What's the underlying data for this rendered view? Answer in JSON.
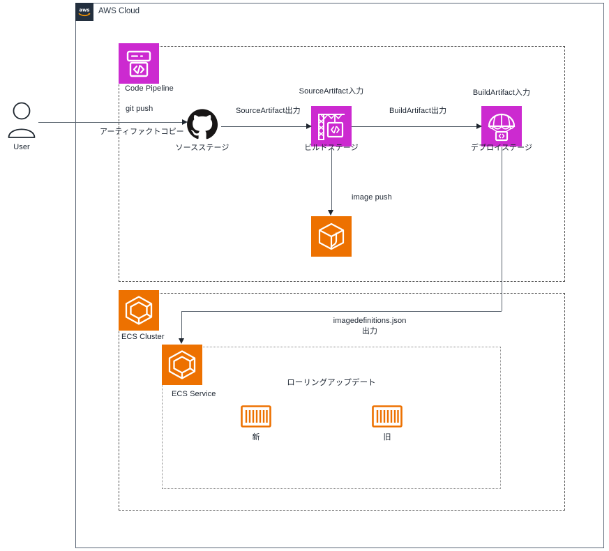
{
  "diagram": {
    "title": "AWS CodePipeline ECS rolling update architecture",
    "cloud_label": "AWS Cloud",
    "aws_badge_text": "aws"
  },
  "colors": {
    "developer_tools_magenta": "#cc2ad0",
    "containers_orange": "#ed7100",
    "aws_cloud_border": "#5a6575",
    "aws_badge_bg": "#232f3e",
    "connector_gray": "#56606b",
    "group_dash": "#4a4a4a",
    "group_dot": "#8a8a8a",
    "github_black": "#181616"
  },
  "actors": {
    "user": {
      "label": "User",
      "icon": "user-icon"
    }
  },
  "groups": {
    "pipeline": {
      "name": "Code Pipeline",
      "icon": "codepipeline-icon",
      "border_style": "dashed"
    },
    "ecs_cluster": {
      "name": "ECS Cluster",
      "icon": "ecs-cluster-icon",
      "border_style": "dashed"
    },
    "ecs_service": {
      "name": "ECS Service",
      "icon": "ecs-service-icon",
      "border_style": "dotted"
    }
  },
  "nodes": {
    "source_stage": {
      "label": "ソースステージ",
      "icon": "github-icon"
    },
    "build_stage": {
      "label": "ビルドステージ",
      "icon": "codebuild-icon",
      "input_label": "SourceArtifact入力"
    },
    "deploy_stage": {
      "label": "デプロイステージ",
      "icon": "codedeploy-icon",
      "input_label": "BuildArtifact入力"
    },
    "ecr": {
      "label": "",
      "icon": "ecr-icon"
    },
    "rolling_update": {
      "label": "ローリングアップデート"
    },
    "task_new": {
      "label": "新",
      "icon": "container-task-icon"
    },
    "task_old": {
      "label": "旧",
      "icon": "container-task-icon"
    }
  },
  "edges": {
    "user_to_source_top": "git push",
    "user_to_source_bottom": "アーティファクトコピー",
    "source_to_build": "SourceArtifact出力",
    "build_to_deploy": "BuildArtifact出力",
    "build_to_ecr": "image push",
    "deploy_to_service_line1": "imagedefinitions.json",
    "deploy_to_service_line2": "出力"
  }
}
